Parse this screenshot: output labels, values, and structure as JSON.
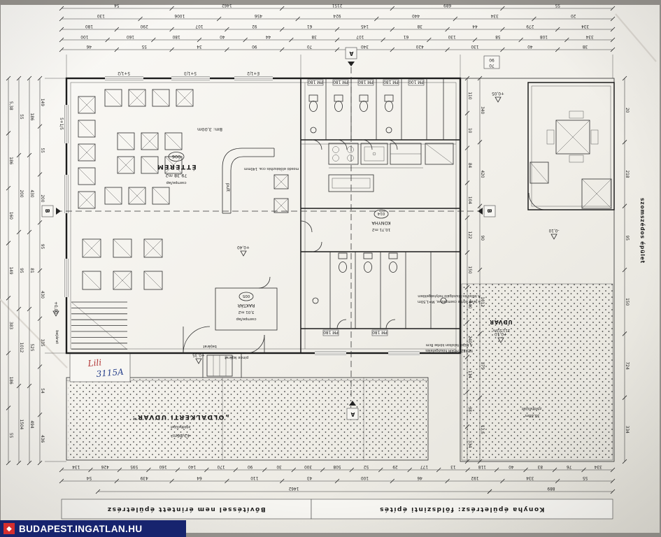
{
  "watermark": {
    "brand": "BUDAPEST.INGATLAN.HU"
  },
  "captions": {
    "left": "Bővítéssel nem érintett épületrész",
    "right": "Konyha épületrész: földszinti építés"
  },
  "section_markers": {
    "a": "A",
    "b": "B"
  },
  "handwriting": {
    "line1": "Lili",
    "line2": "3115A"
  },
  "rooms": {
    "etterem": {
      "number": "006",
      "name": "ÉTTEREM",
      "area": "79,38 m2",
      "finish": "csempe/lap"
    },
    "raktar": {
      "number": "005",
      "name": "RAKTÁR",
      "area": "3,01 m2",
      "finish": "csempe/lap"
    },
    "konyha": {
      "number": "014",
      "name": "KONYHA",
      "area": "10,71 m2"
    },
    "udvar": {
      "name": "UDVAR",
      "area": "111,22m²"
    },
    "oldalkerti": {
      "name": "„OLDALKERTI UDVAR”",
      "note": "zöldfelület",
      "area": "42,86m²"
    },
    "zoldfelulet": {
      "name": "zöldfelület",
      "area": "30,80m²"
    }
  },
  "labels": {
    "pult": "pult",
    "bm": "Bm: 3,00m",
    "bejarat": "bejárat",
    "bejarat_side": "bejárat",
    "pince": "pince lejárat",
    "szomszedos": "szomszédos épület",
    "mosdo": "mosdó előkészítés cca. 140mm",
    "note1a": "A külső és kiszolgáló helyiségekben",
    "note1b": "a falak körbe csempézve, M=1,50m",
    "note2a": "A külső falsíkon körbe 8cm",
    "note2b": "NEREZTHERM hőszigetelés"
  },
  "levels": {
    "l000": "+0,00",
    "l040": "+0,40",
    "l005": "+0,05",
    "l010": "+0,10",
    "l035": "+0,35",
    "lm010": "-0,10"
  },
  "door_labels": {
    "top": [
      "PM 180",
      "PM 180",
      "PM 180",
      "PM 180",
      "PM 100"
    ],
    "bottom": [
      "PM 180",
      "PM 180"
    ]
  },
  "window_tags": [
    "5+1/2",
    "5+1/3",
    "E+1/2",
    "5+1/5"
  ],
  "dims": {
    "box_w": "90",
    "box_h": "70"
  },
  "dimensions": {
    "t1": [
      "54",
      "1462",
      "2151",
      "689",
      "55"
    ],
    "t2": [
      "130",
      "1006",
      "456",
      "924",
      "440",
      "334",
      "20"
    ],
    "t3": [
      "180",
      "290",
      "107",
      "92",
      "61",
      "145",
      "38",
      "44",
      "279",
      "334"
    ],
    "t4": [
      "100",
      "160",
      "180",
      "40",
      "44",
      "38",
      "107",
      "61",
      "130",
      "58",
      "108",
      "334"
    ],
    "t5": [
      "46",
      "55",
      "34",
      "90",
      "70",
      "340",
      "420",
      "130",
      "40",
      "38"
    ],
    "b1": [
      "134",
      "426",
      "595",
      "160",
      "140",
      "170",
      "90",
      "30",
      "300",
      "508",
      "52",
      "29",
      "177",
      "13",
      "118",
      "40",
      "83",
      "76",
      "334"
    ],
    "b2": [
      "54",
      "439",
      "64",
      "110",
      "43",
      "100",
      "46",
      "192",
      "334",
      "55"
    ],
    "b3": [
      "1462"
    ],
    "b4": [
      "889"
    ],
    "l1": [
      "5,38",
      "186",
      "160",
      "149",
      "383",
      "186",
      "55"
    ],
    "l2": [
      "55",
      "200",
      "95",
      "1012",
      "1504"
    ],
    "l3": [
      "186",
      "430",
      "81",
      "525",
      "494"
    ],
    "l4": [
      "149",
      "55",
      "200",
      "95",
      "430",
      "335",
      "54",
      "436"
    ],
    "r1": [
      "110",
      "10",
      "84",
      "104",
      "122",
      "150",
      "440",
      "240",
      "114",
      "38",
      "334"
    ],
    "r2": [
      "340",
      "420",
      "90",
      "1012",
      "375",
      "13,5"
    ],
    "r3": [
      "20",
      "218",
      "95",
      "150",
      "724",
      "334"
    ]
  }
}
